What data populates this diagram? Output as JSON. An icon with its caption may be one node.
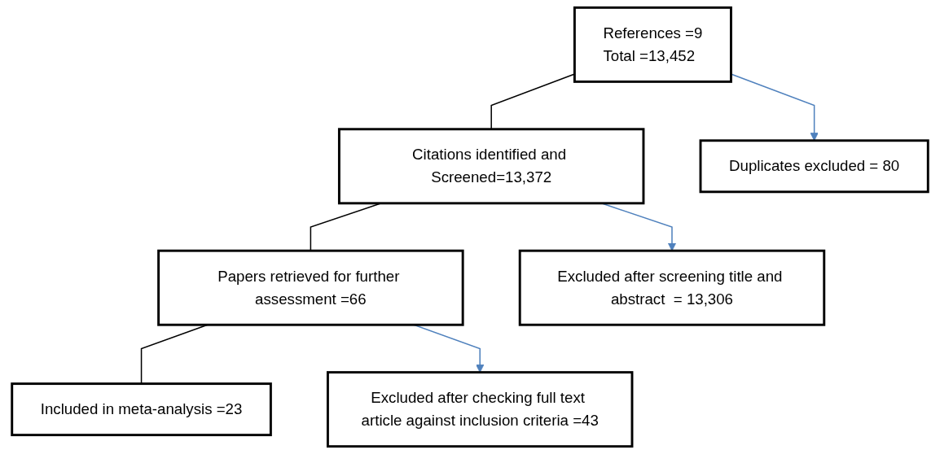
{
  "diagram": {
    "nodes": [
      {
        "text": [
          "References =9",
          "Total =13,452"
        ]
      },
      {
        "text": [
          "Duplicates excluded = 80"
        ]
      },
      {
        "text": [
          "Citations identified and Screened=13,372"
        ]
      },
      {
        "text": [
          "Excluded after screening title and abstract  = 13,306"
        ]
      },
      {
        "text": [
          "Papers retrieved for further assessment =66"
        ]
      },
      {
        "text": [
          "Excluded after checking full text article against inclusion criteria =43"
        ]
      },
      {
        "text": [
          "Included in meta-analysis =23"
        ]
      }
    ],
    "edges": [
      {
        "from": 0,
        "to": 2,
        "arrow": "none"
      },
      {
        "from": 0,
        "to": 1,
        "arrow": "to",
        "color": "#4f81bd"
      },
      {
        "from": 2,
        "to": 4,
        "arrow": "none"
      },
      {
        "from": 2,
        "to": 3,
        "arrow": "to",
        "color": "#4f81bd"
      },
      {
        "from": 4,
        "to": 6,
        "arrow": "none"
      },
      {
        "from": 4,
        "to": 5,
        "arrow": "to",
        "color": "#4f81bd"
      }
    ]
  }
}
